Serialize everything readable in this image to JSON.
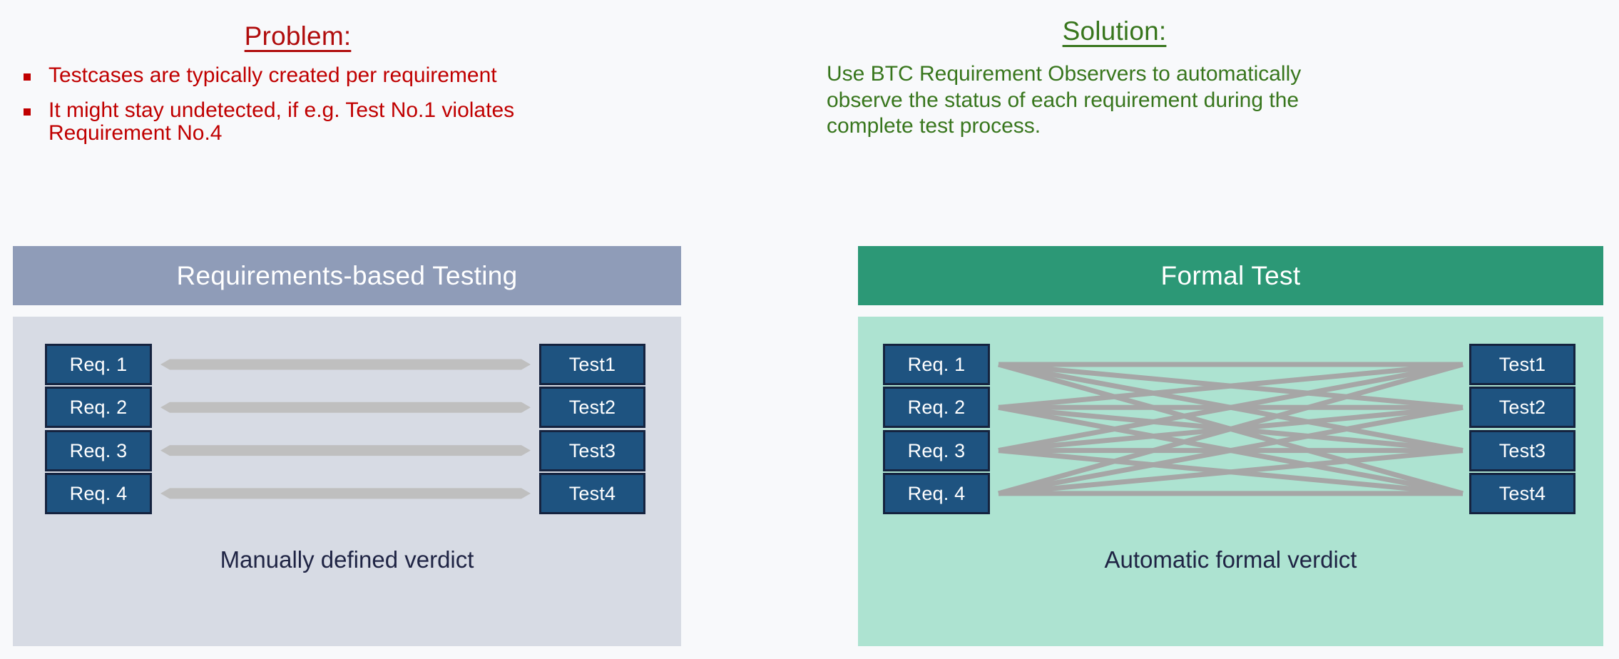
{
  "problem": {
    "title": "Problem:",
    "title_color": "#b00c0c",
    "bullets": [
      "Testcases are typically created per requirement",
      "It might stay undetected, if e.g. Test No.1 violates Requirement No.4"
    ]
  },
  "solution": {
    "title": "Solution:",
    "title_color": "#38761d",
    "body": "Use BTC Requirement Observers to automatically observe the status of each requirement during the complete test process."
  },
  "left_panel": {
    "header": "Requirements-based Testing",
    "header_color": "#8f9cb8",
    "body_color": "#d7dbe4",
    "caption": "Manually defined verdict",
    "requirements": [
      "Req. 1",
      "Req. 2",
      "Req. 3",
      "Req. 4"
    ],
    "tests": [
      "Test1",
      "Test2",
      "Test3",
      "Test4"
    ],
    "link_color": "#bfbfbf",
    "link_count": 4
  },
  "right_panel": {
    "header": "Formal Test",
    "header_color": "#2c9876",
    "body_color": "#ade3d1",
    "caption": "Automatic formal verdict",
    "requirements": [
      "Req. 1",
      "Req. 2",
      "Req. 3",
      "Req. 4"
    ],
    "tests": [
      "Test1",
      "Test2",
      "Test3",
      "Test4"
    ],
    "link_color": "#a6a6a6",
    "link_count": 16
  },
  "node_style": {
    "fill": "#1e5380",
    "border": "#15233f",
    "text": "#ffffff"
  }
}
